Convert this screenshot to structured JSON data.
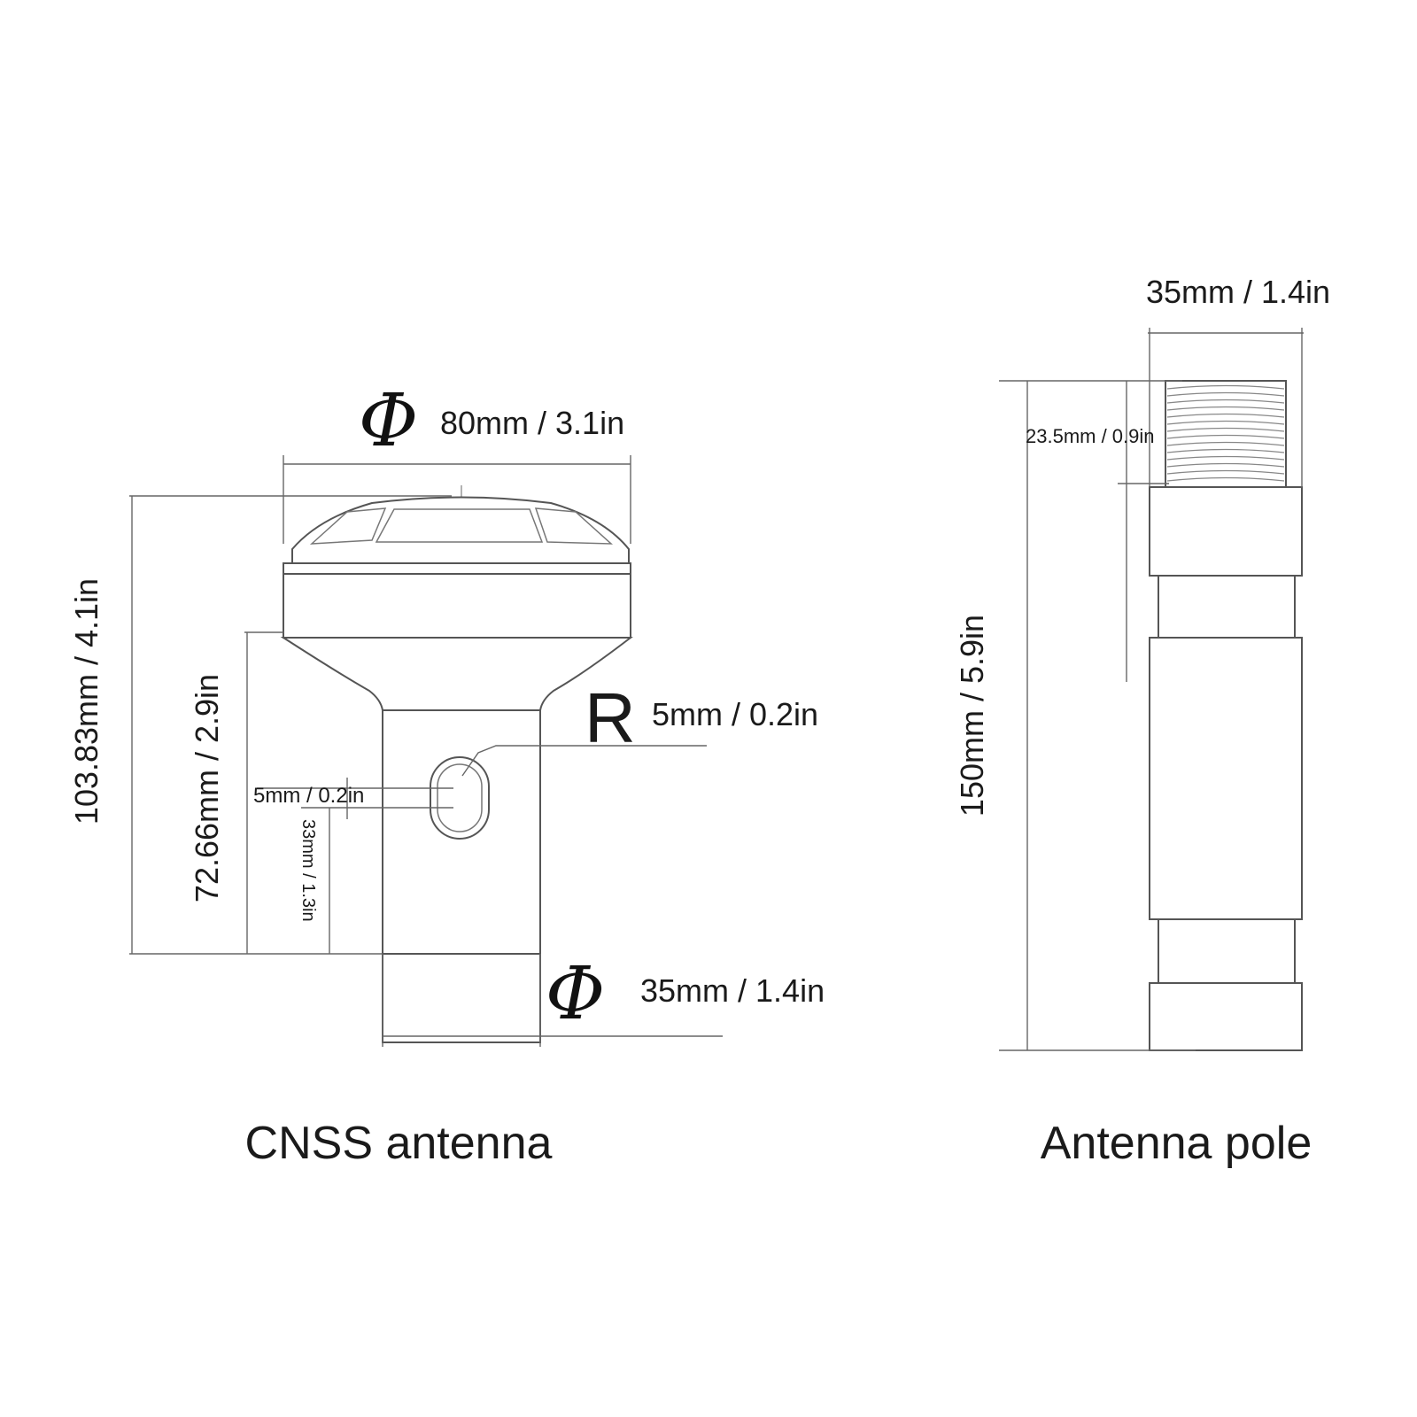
{
  "antenna": {
    "caption": "CNSS antenna",
    "diameter_symbol": "Φ",
    "top_diameter": "80mm / 3.1in",
    "total_height": "103.83mm / 4.1in",
    "body_height": "72.66mm / 2.9in",
    "radius_symbol": "R",
    "slot_radius": "5mm / 0.2in",
    "slot_width": "5mm / 0.2in",
    "slot_offset": "33mm / 1.3in",
    "base_diameter": "35mm / 1.4in"
  },
  "pole": {
    "caption": "Antenna pole",
    "width": "35mm / 1.4in",
    "thread_length": "23.5mm / 0.9in",
    "length": "150mm / 5.9in"
  }
}
